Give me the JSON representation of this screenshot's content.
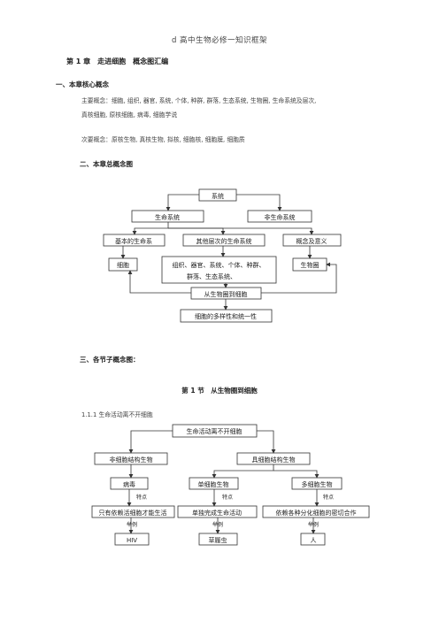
{
  "header": "d 高中生物必修一知识框架",
  "chapter_title": "第 1 章　走进细胞　概念图汇编",
  "section1": {
    "heading": "一、本章核心概念",
    "core_line1": "主要概念：细胞, 组织, 器官, 系统, 个体, 种群, 群落, 生态系统, 生物圈, 生命系统及层次,",
    "core_line2": "真核细胞, 原核细胞, 病毒, 细胞学说",
    "secondary": "次要概念：原核生物, 真核生物, 拟核, 细胞核, 细胞膜, 细胞质"
  },
  "section2": {
    "heading": "二、本章总概念图",
    "diagram": {
      "root": "系统",
      "living": "生命系统",
      "nonliving": "非生命系统",
      "basic": "基本的生命系",
      "other_levels": "其他层次的生命系统",
      "concept": "概念及意义",
      "cell": "细胞",
      "levels_line1": "组织、器官、系统、个体、种群、",
      "levels_line2": "群落、生态系统、",
      "biosphere": "生物圈",
      "from_bio_to_cell": "从生物圈到细胞",
      "diversity": "细胞的多样性和统一性"
    }
  },
  "section3": {
    "heading": "三、各节子概念图：",
    "section_title": "第 1 节　从生物圈到细胞",
    "subsection": "1.1.1 生命活动离不开细胞",
    "diagram": {
      "root": "生命活动离不开细胞",
      "noncellular": "非细胞结构生物",
      "cellular": "具细胞结构生物",
      "virus": "病毒",
      "unicellular": "单细胞生物",
      "multicellular": "多细胞生物",
      "feature": "特点",
      "virus_feature": "只有依赖活细胞才能生活",
      "uni_feature": "单独完成生命活动",
      "multi_feature": "依赖各种分化细胞的密切合作",
      "example": "举例",
      "hiv": "HIV",
      "paramecium": "草履虫",
      "human": "人"
    }
  }
}
